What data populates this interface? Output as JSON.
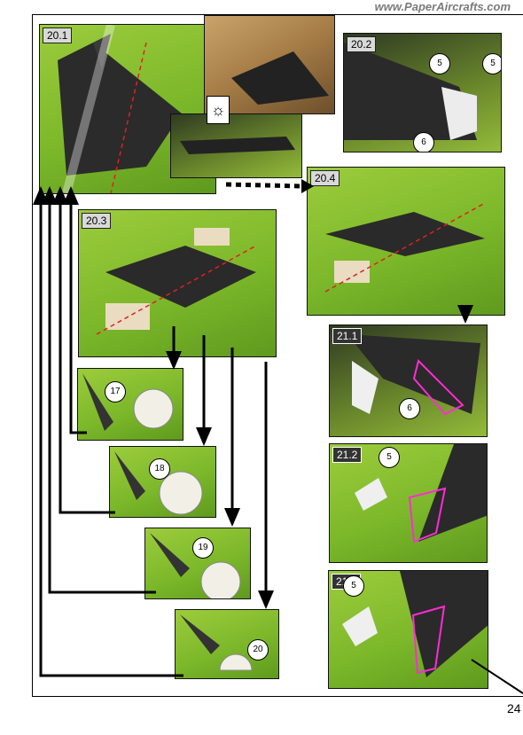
{
  "header": {
    "site_url": "www.PaperAircrafts.com"
  },
  "page": {
    "number": "24"
  },
  "steps": [
    {
      "id": "20.1",
      "callouts": []
    },
    {
      "id": "20.2",
      "callouts": [
        "5",
        "5",
        "6"
      ]
    },
    {
      "id": "20.3",
      "callouts": []
    },
    {
      "id": "20.4",
      "callouts": []
    },
    {
      "id": "17",
      "callouts": [
        "17"
      ]
    },
    {
      "id": "18",
      "callouts": [
        "18"
      ]
    },
    {
      "id": "19",
      "callouts": [
        "19"
      ]
    },
    {
      "id": "20",
      "callouts": [
        "20"
      ]
    },
    {
      "id": "21.1",
      "callouts": [
        "6"
      ]
    },
    {
      "id": "21.2",
      "callouts": [
        "5"
      ]
    },
    {
      "id": "21.3",
      "callouts": [
        "5"
      ]
    }
  ],
  "icons": {
    "tip": "lightbulb-icon"
  },
  "colors": {
    "background": "#7cb82a",
    "guide_line": "#e02020",
    "arrow": "#000000",
    "accent_arrow": "#aee0ea",
    "highlight": "#ff2bd6"
  }
}
